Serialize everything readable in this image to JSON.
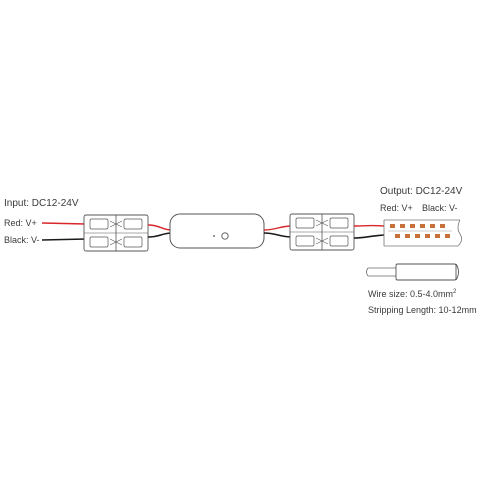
{
  "input": {
    "title": "Input: DC12-24V",
    "red_label": "Red: V+",
    "black_label": "Black: V-"
  },
  "output": {
    "title": "Output: DC12-24V",
    "red_label": "Red: V+",
    "black_label": "Black: V-"
  },
  "wire": {
    "size_prefix": "Wire size: 0.5-4.0mm",
    "size_superscript": "2",
    "stripping_label": "Stripping Length: 10-12mm"
  },
  "colors": {
    "red_wire": "#d8262b",
    "black_wire": "#1a1a1a",
    "outline": "#555555",
    "led": "#c8703a"
  }
}
